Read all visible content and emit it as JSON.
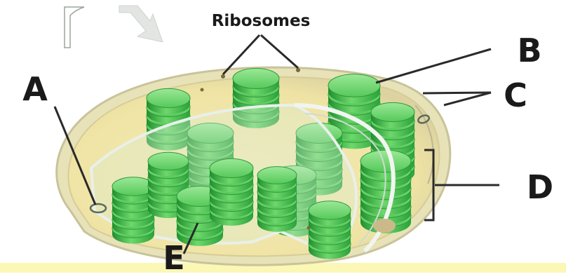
{
  "diagram": {
    "labels": {
      "ribosomes": "Ribosomes",
      "a": "A",
      "b": "B",
      "c": "C",
      "d": "D",
      "e": "E"
    },
    "colors": {
      "outer_membrane": "#e8e2b8",
      "stroma": "#f2e6a6",
      "thylakoid_light": "#7ddc7a",
      "thylakoid_mid": "#3fbe4a",
      "thylakoid_dark": "#1f8f2e",
      "glass": "#dfe9e4",
      "floor_stripe": "#fbf7b5",
      "label_text": "#1a1a1a"
    }
  }
}
